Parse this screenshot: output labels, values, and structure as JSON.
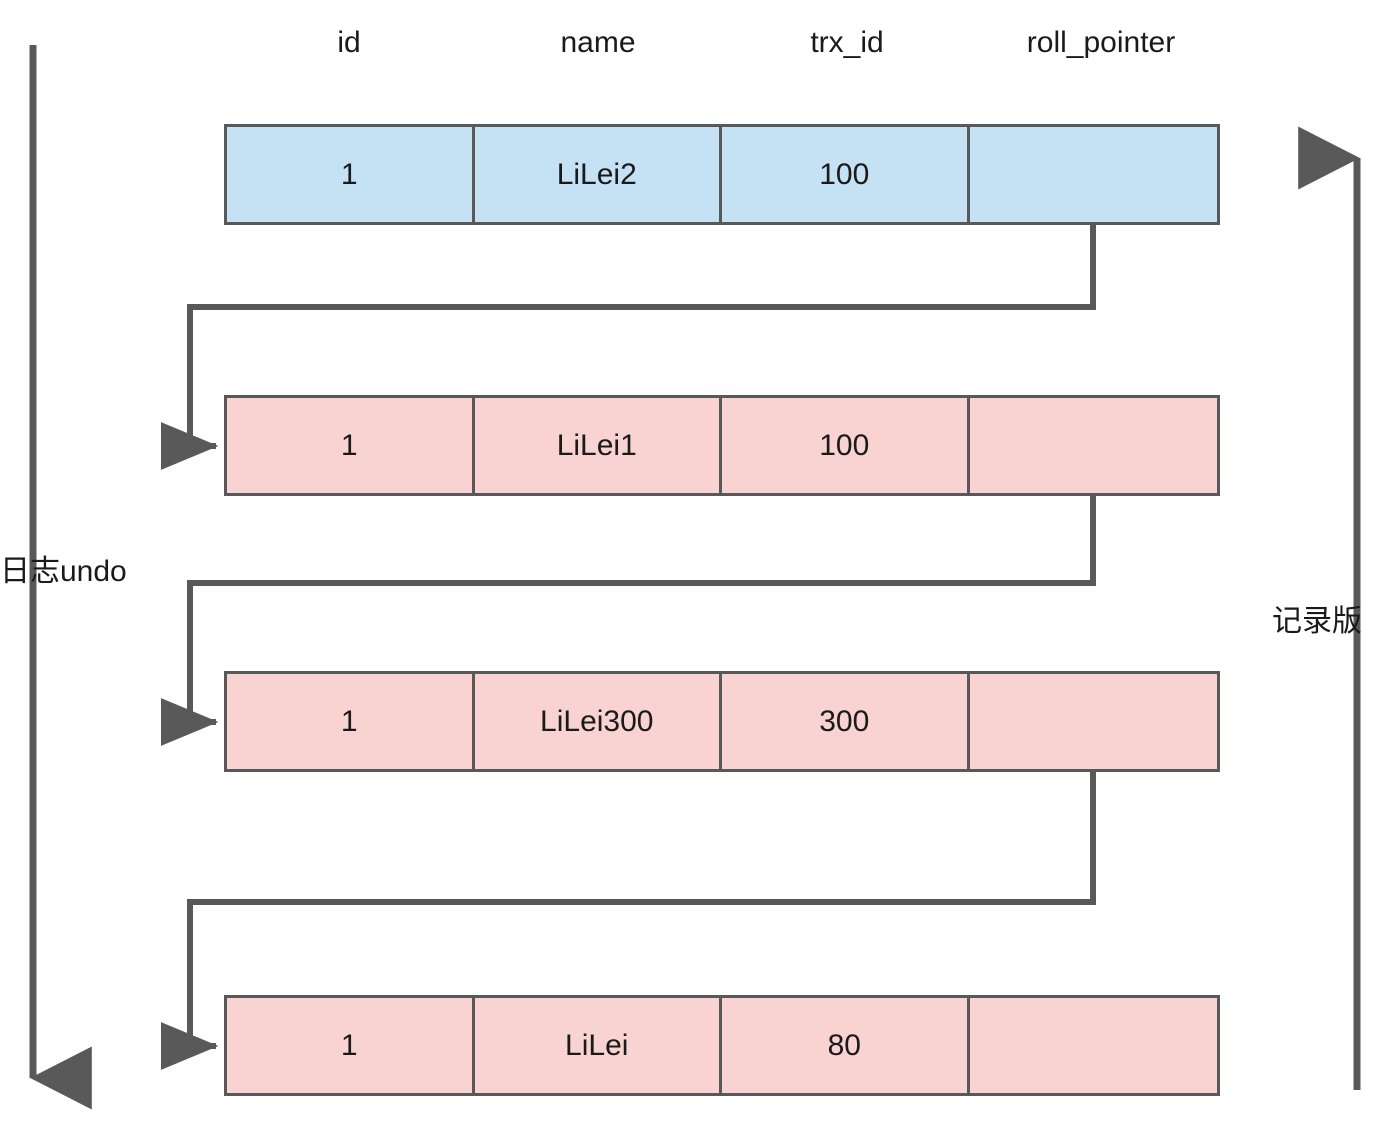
{
  "diagram": {
    "title_left": "日志undo",
    "title_right": "记录版",
    "colors": {
      "stroke": "#595959",
      "blue_fill": "#c5e1f4",
      "pink_fill": "#f9d2d2",
      "text": "#1a1a1a"
    }
  },
  "columns": [
    {
      "key": "id",
      "label": "id"
    },
    {
      "key": "name",
      "label": "name"
    },
    {
      "key": "trx_id",
      "label": "trx_id"
    },
    {
      "key": "roll_pointer",
      "label": "roll_pointer"
    }
  ],
  "rows": [
    {
      "style": "blue",
      "id": "1",
      "name": "LiLei2",
      "trx_id": "100",
      "roll_pointer": ""
    },
    {
      "style": "pink",
      "id": "1",
      "name": "LiLei1",
      "trx_id": "100",
      "roll_pointer": ""
    },
    {
      "style": "pink",
      "id": "1",
      "name": "LiLei300",
      "trx_id": "300",
      "roll_pointer": ""
    },
    {
      "style": "pink",
      "id": "1",
      "name": "LiLei",
      "trx_id": "80",
      "roll_pointer": ""
    }
  ],
  "arrows": {
    "left_axis_label": "日志undo",
    "left_axis_direction": "down",
    "right_axis_label": "记录版",
    "right_axis_direction": "up",
    "chain_connectors": 3
  }
}
